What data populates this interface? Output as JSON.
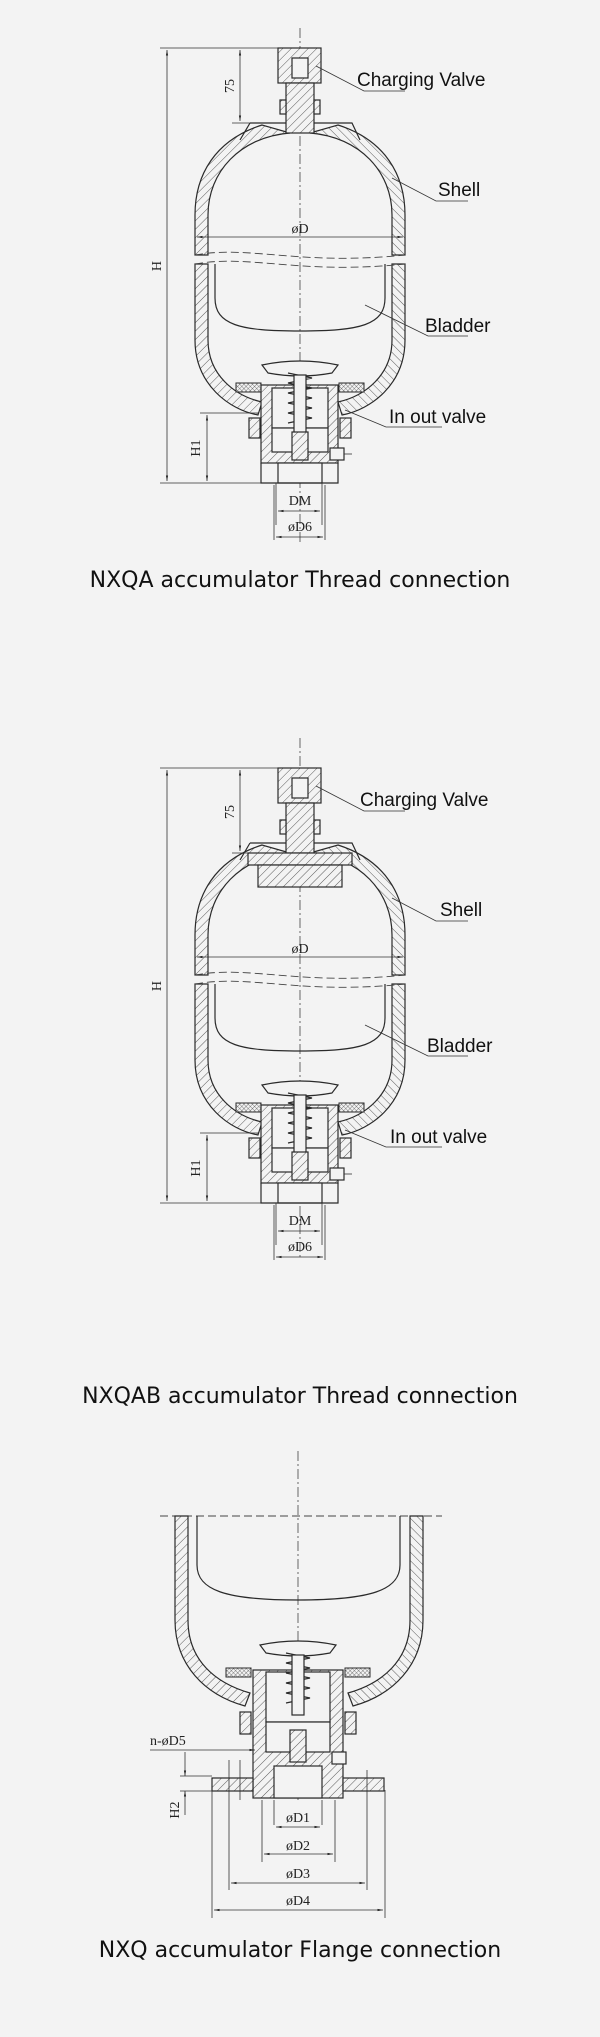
{
  "figures": [
    {
      "caption": "NXQA accumulator Thread connection",
      "labels": {
        "charging_valve": "Charging Valve",
        "shell": "Shell",
        "bladder": "Bladder",
        "in_out_valve": "In out valve"
      },
      "dims": {
        "h": "H",
        "h75": "75",
        "h1": "H1",
        "od": "øD",
        "dm": "DM",
        "od6": "øD6"
      }
    },
    {
      "caption": "NXQAB accumulator Thread connection",
      "labels": {
        "charging_valve": "Charging Valve",
        "shell": "Shell",
        "bladder": "Bladder",
        "in_out_valve": "In out valve"
      },
      "dims": {
        "h": "H",
        "h75": "75",
        "h1": "H1",
        "od": "øD",
        "dm": "DM",
        "od6": "øD6"
      }
    },
    {
      "caption": "NXQ accumulator Flange connection",
      "dims": {
        "nd5": "n-øD5",
        "h2": "H2",
        "d1": "øD1",
        "d2": "øD2",
        "d3": "øD3",
        "d4": "øD4"
      }
    }
  ]
}
